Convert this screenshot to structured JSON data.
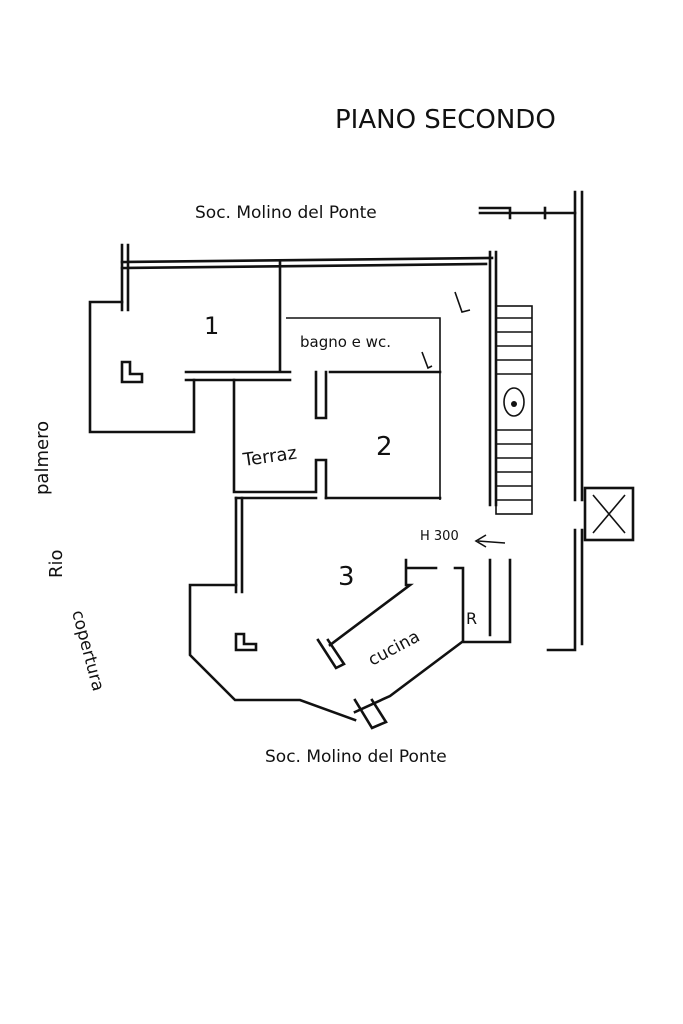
{
  "floor": {
    "title": "PIANO SECONDO"
  },
  "streets": {
    "top": "Soc. Molino del Ponte",
    "bottom": "Soc. Molino del Ponte"
  },
  "side_labels": {
    "river": "Rio",
    "river_name": "palmero",
    "roof": "copertura"
  },
  "rooms": {
    "room_1": "1",
    "room_2": "2",
    "room_3": "3",
    "bathroom": "bagno e wc.",
    "terrace": "Terraz",
    "kitchen": "cucina",
    "storage": "R"
  },
  "annotations": {
    "height": "H 300"
  },
  "icons": {
    "chimney": "chimney-icon",
    "arrow": "arrow-left-icon",
    "elevator": "elevator-cross-icon"
  }
}
